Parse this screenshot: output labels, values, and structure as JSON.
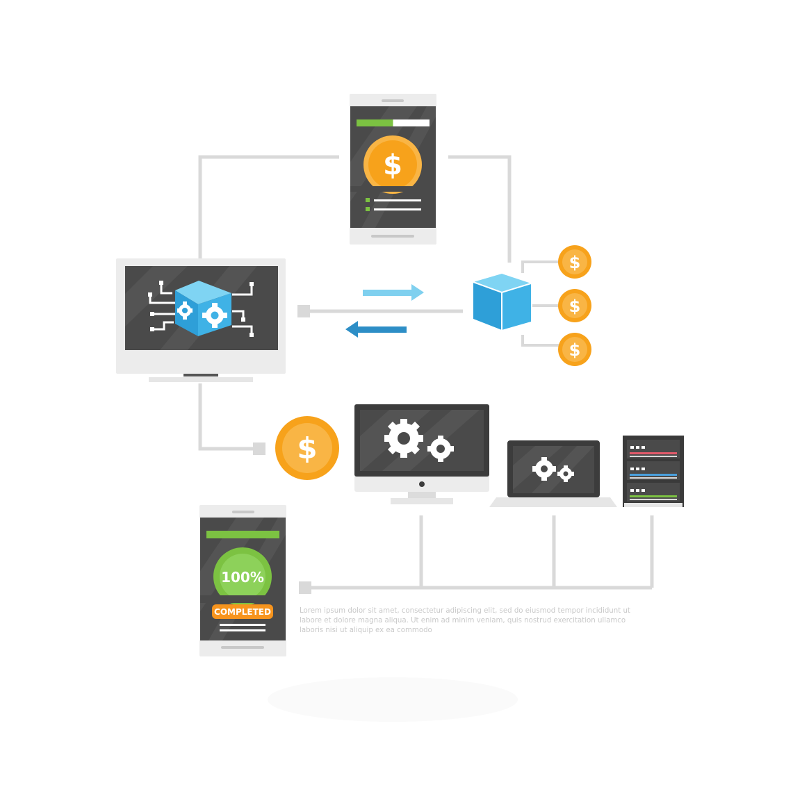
{
  "colors": {
    "connector": "#d9d9d9",
    "device_frame": "#ededed",
    "screen_dark": "#4a4a4a",
    "coin_orange": "#f7a21b",
    "coin_light": "#f9b545",
    "progress_green": "#7cc242",
    "cube_blue": "#2e9fd8",
    "arrow_light_blue": "#7fd0ef",
    "arrow_dark_blue": "#2d8ec6",
    "badge_orange": "#f7941d"
  },
  "icons": {
    "dollar_symbol": "$"
  },
  "payment_phone": {
    "progress_fraction": 0.5,
    "checklist_rows": 2
  },
  "completion_phone": {
    "progress_label": "100%",
    "status_badge": "COMPLETED",
    "progress_fraction": 1.0
  },
  "caption": {
    "text": "Lorem ipsum dolor sit amet, consectetur adipiscing elit, sed do eiusmod tempor incididunt ut labore et dolore magna aliqua. Ut enim ad minim veniam, quis nostrud exercitation ullamco laboris nisi ut aliquip ex ea commodo"
  }
}
